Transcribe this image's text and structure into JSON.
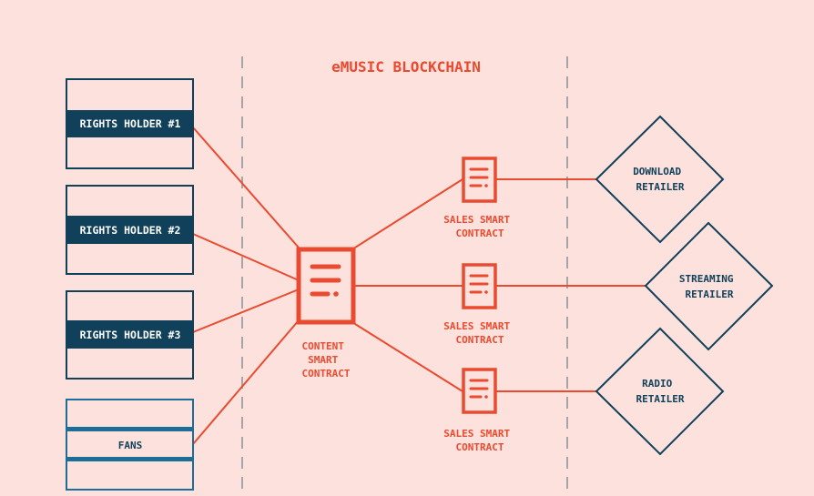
{
  "title": "eMUSIC BLOCKCHAIN",
  "rights_holders": [
    {
      "label": "RIGHTS HOLDER #1"
    },
    {
      "label": "RIGHTS HOLDER #2"
    },
    {
      "label": "RIGHTS HOLDER #3"
    }
  ],
  "fans": {
    "label": "FANS"
  },
  "content_contract": {
    "lines": [
      "CONTENT",
      "SMART",
      "CONTRACT"
    ]
  },
  "sales_contracts": [
    {
      "lines": [
        "SALES SMART",
        "CONTRACT"
      ]
    },
    {
      "lines": [
        "SALES SMART",
        "CONTRACT"
      ]
    },
    {
      "lines": [
        "SALES SMART",
        "CONTRACT"
      ]
    }
  ],
  "retailers": [
    {
      "lines": [
        "DOWNLOAD",
        "RETAILER"
      ]
    },
    {
      "lines": [
        "STREAMING",
        "RETAILER"
      ]
    },
    {
      "lines": [
        "RADIO",
        "RETAILER"
      ]
    }
  ],
  "colors": {
    "background": "#fde1dc",
    "accent_red": "#ea4a2f",
    "navy": "#10405a",
    "fans_blue": "#1c6e98",
    "divider": "#8a8f93"
  }
}
